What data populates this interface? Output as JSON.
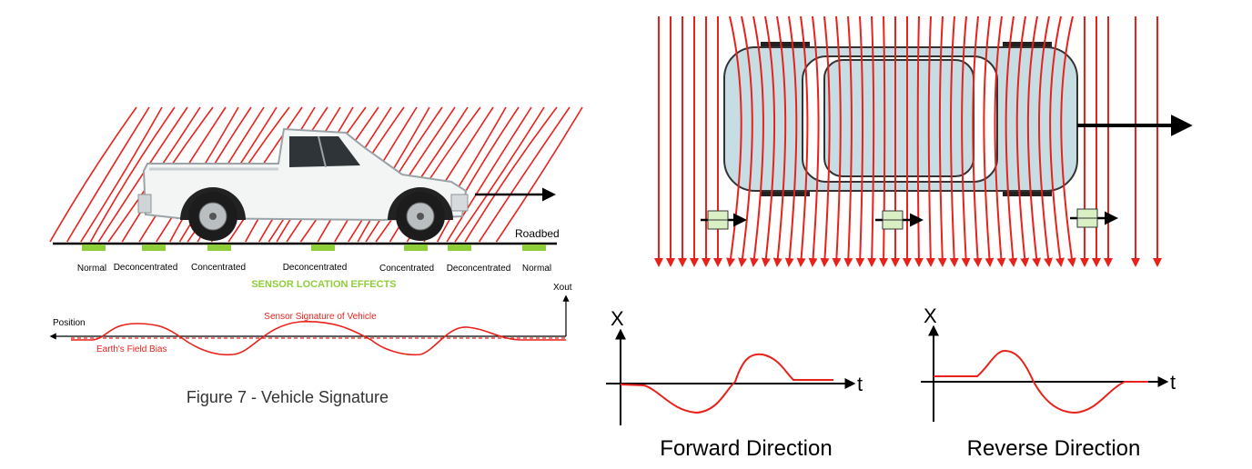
{
  "left_panel": {
    "roadbed_label": "Roadbed",
    "sensor_positions": [
      "Normal",
      "Deconcentrated",
      "Concentrated",
      "Deconcentrated",
      "Concentrated",
      "Deconcentrated",
      "Normal"
    ],
    "section_title": "SENSOR LOCATION EFFECTS",
    "signature": {
      "x_axis_label": "Position",
      "y_axis_label": "Xout",
      "curve_label": "Sensor Signature of Vehicle",
      "bias_label": "Earth's Field Bias"
    },
    "caption": "Figure 7 - Vehicle Signature"
  },
  "right_panel": {
    "forward_plot": {
      "y_axis_label": "X",
      "x_axis_label": "t",
      "caption": "Forward Direction"
    },
    "reverse_plot": {
      "y_axis_label": "X",
      "x_axis_label": "t",
      "caption": "Reverse Direction"
    }
  },
  "colors": {
    "field_lines": "#e8221b",
    "sensor_pad": "#8fce3b",
    "section_title": "#8fce3b",
    "signature_text": "#e8221b",
    "car_body": "#c7dde4",
    "sensor_box": "#d9f0c4",
    "axes": "#000000"
  },
  "icons": [
    "pickup-truck-illustration",
    "car-top-view",
    "direction-arrow-icon",
    "sensor-icon"
  ]
}
